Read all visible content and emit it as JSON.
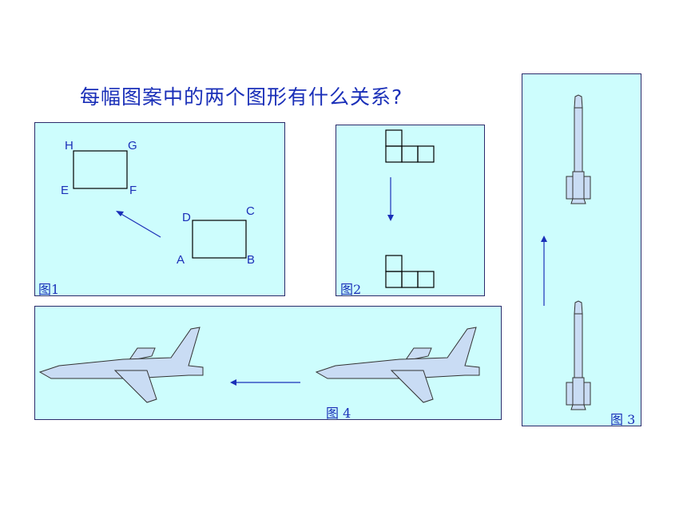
{
  "title": "每幅图案中的两个图形有什么关系?",
  "colors": {
    "panel_bg": "#cdfdfd",
    "ink": "#1a2fb8",
    "plane_fill": "#c9dcf4",
    "rocket_fill": "#c9dcf4"
  },
  "figures": {
    "fig1": {
      "label": "图1",
      "points": {
        "H": "H",
        "G": "G",
        "E": "E",
        "F": "F",
        "D": "D",
        "C": "C",
        "A": "A",
        "B": "B"
      }
    },
    "fig2": {
      "label": "图2"
    },
    "fig3": {
      "label": "图 3"
    },
    "fig4": {
      "label": "图 4"
    }
  }
}
